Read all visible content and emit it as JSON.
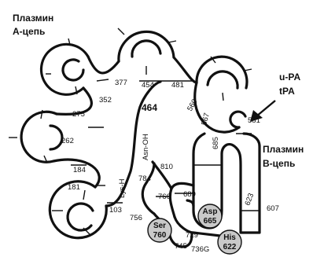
{
  "labels": {
    "a_chain_line1": "Плазмин",
    "a_chain_line2": "А-цепь",
    "b_chain_line1": "Плазмин",
    "b_chain_line2": "В-цепь",
    "activator_line1": "u-PA",
    "activator_line2": "tPA",
    "c_terminus": "Asn-OH",
    "n_terminus": "Lys-H",
    "cleavage_site": "464"
  },
  "residues": {
    "n377": "377",
    "n454": "454",
    "n481": "481",
    "n352": "352",
    "n560": "560",
    "n567": "567",
    "n581": "581",
    "n275": "275",
    "n262": "262",
    "n685": "685",
    "n184": "184",
    "n181": "181",
    "n103": "103",
    "n810": "810",
    "n784": "784",
    "n766": "766",
    "n689": "689",
    "n623": "623",
    "n607": "607",
    "n756": "756",
    "n729": "729",
    "n745": "745",
    "n736": "736G"
  },
  "active_site": {
    "asp_name": "Asp",
    "asp_num": "665",
    "ser_name": "Ser",
    "ser_num": "760",
    "his_name": "His",
    "his_num": "622"
  },
  "colors": {
    "stroke": "#111111",
    "active_site_fill": "#c9c9c9",
    "background": "#ffffff"
  }
}
